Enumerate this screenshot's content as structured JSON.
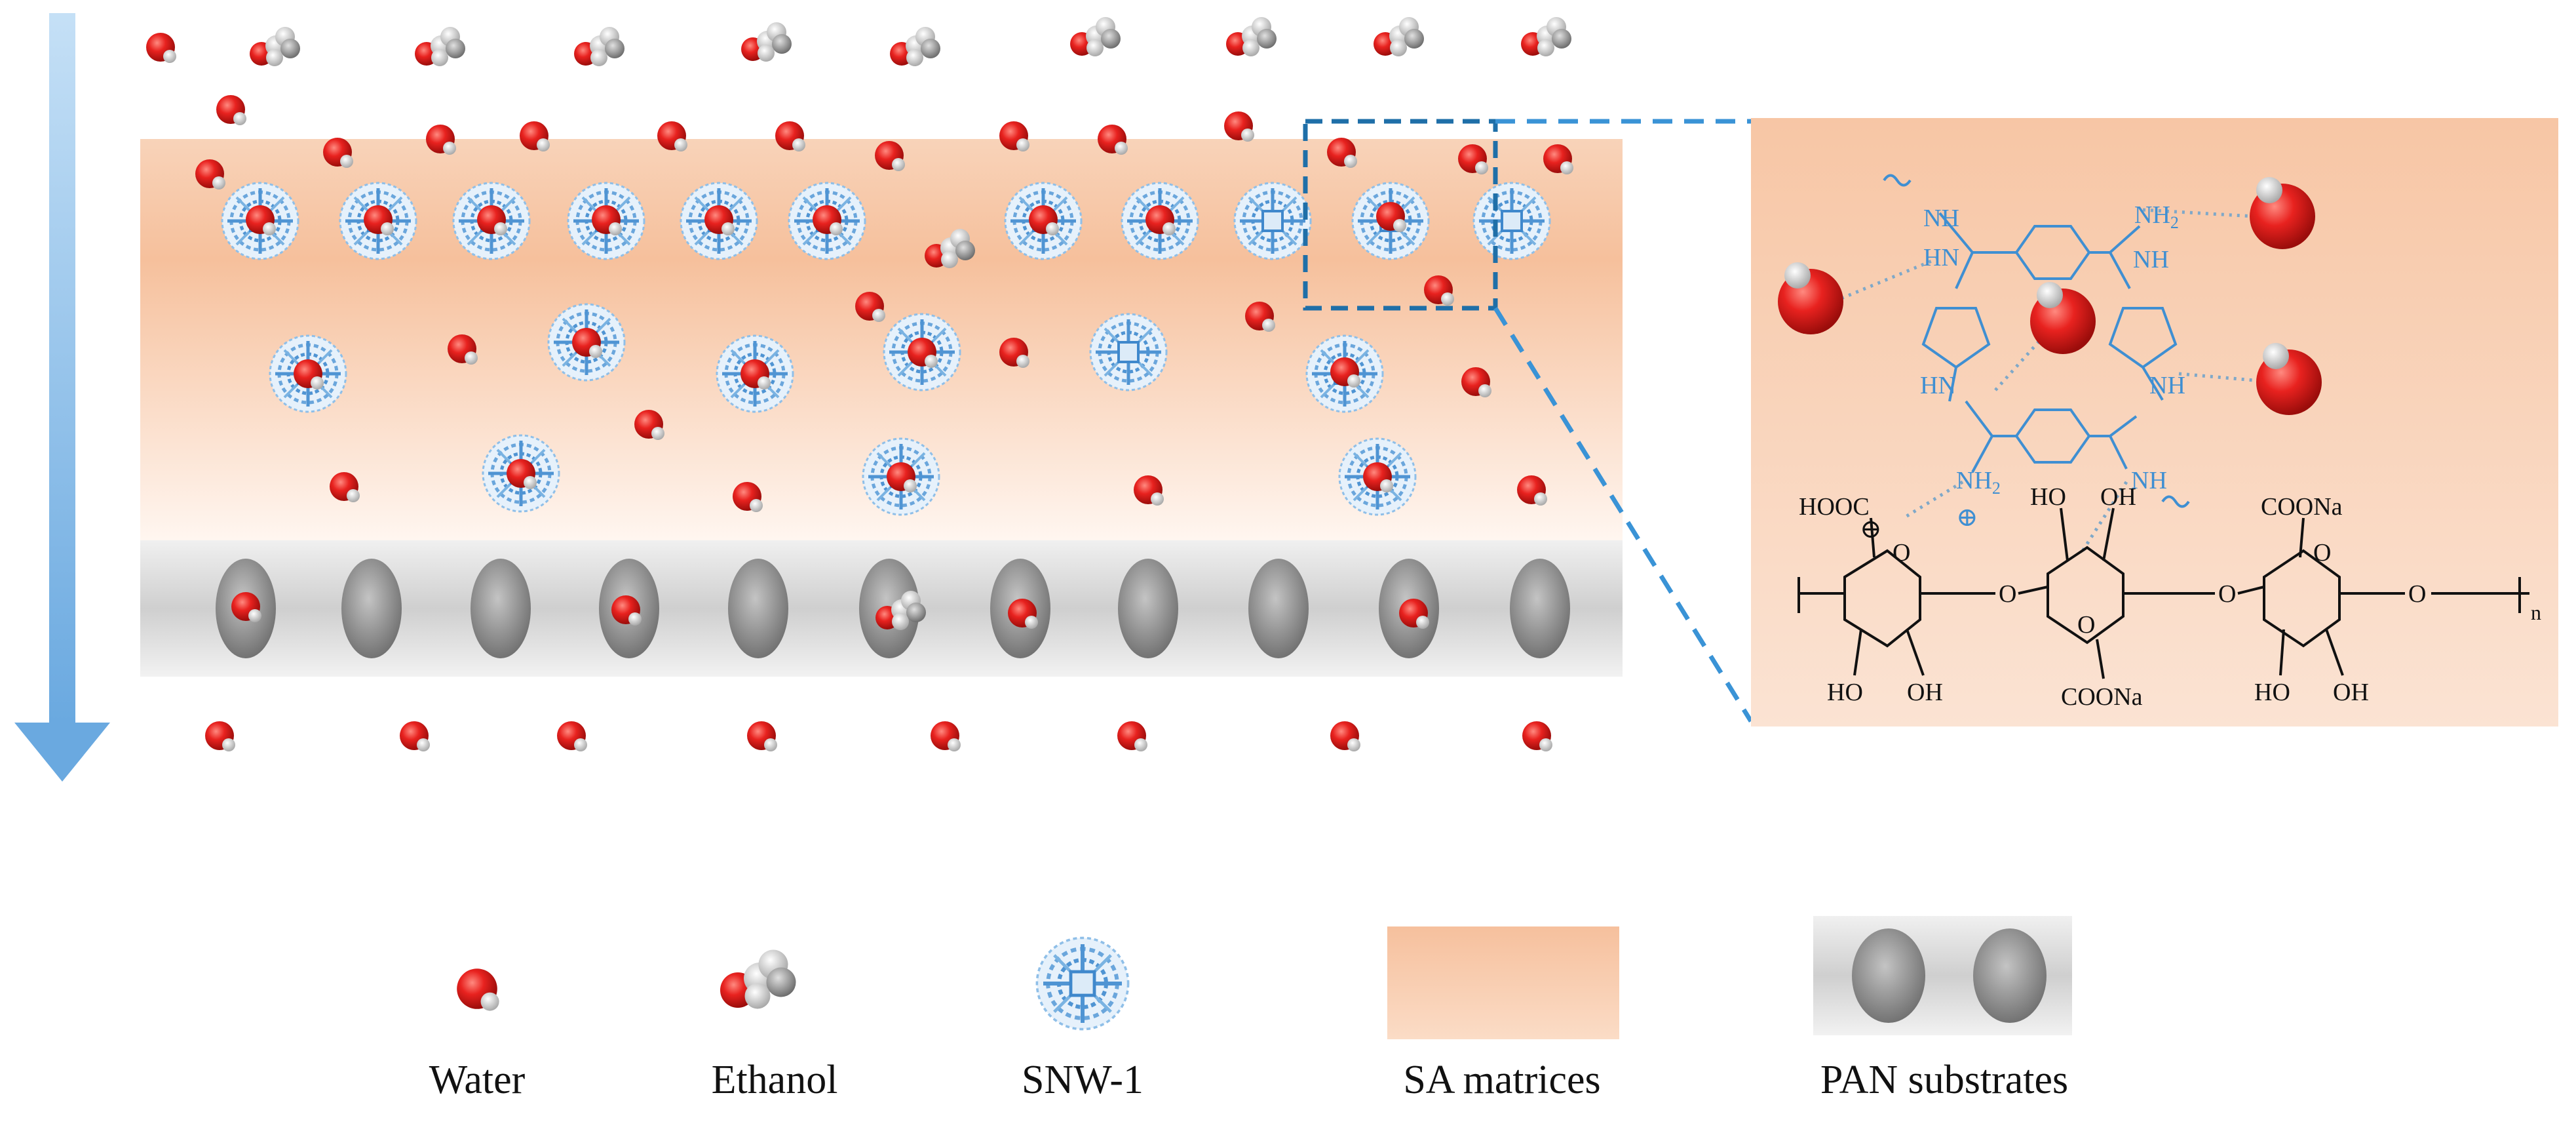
{
  "legend": {
    "water": "Water",
    "ethanol": "Ethanol",
    "snw": "SNW-1",
    "sa": "SA matrices",
    "pan": "PAN substrates"
  },
  "chem_labels": {
    "nh_a": "NH",
    "nh2_a": "NH",
    "hn_a": "HN",
    "nh_b": "NH",
    "hn_b": "HN",
    "nh_c": "NH",
    "nh2_b": "NH",
    "plus": "⊕",
    "nh_d": "NH",
    "hooc": "HOOC",
    "minus": "⊖",
    "coona_a": "COONa",
    "ho_a": "HO",
    "oh_a": "OH",
    "o_a": "O",
    "o_b": "O",
    "o_c": "O",
    "o_d": "O",
    "o_e": "O",
    "o_f": "O",
    "n_sub": "n",
    "ho_b": "HO",
    "oh_b": "OH",
    "coona_b": "COONa",
    "ho_c": "HO",
    "oh_c": "OH"
  },
  "colors": {
    "water": "#e8221f",
    "snw": "#5a9fd8",
    "chem_blue": "#3f8fd2",
    "sa_matrix": "#f7c7a6",
    "pan": "#9a9a9a",
    "arrow": "#7fb7e6"
  }
}
